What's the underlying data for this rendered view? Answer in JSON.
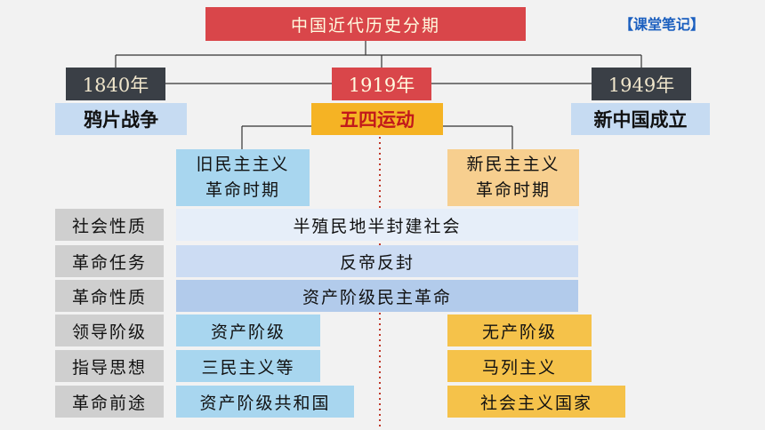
{
  "title": "中国近代历史分期",
  "note": "【课堂笔记】",
  "years": {
    "y1840": "1840年",
    "y1919": "1919年",
    "y1949": "1949年"
  },
  "events": {
    "opium_war": "鸦片战争",
    "may_fourth": "五四运动",
    "new_china": "新中国成立"
  },
  "periods": {
    "old": {
      "line1": "旧民主主义",
      "line2": "革命时期"
    },
    "new": {
      "line1": "新民主主义",
      "line2": "革命时期"
    }
  },
  "rows": [
    {
      "label": "社会性质",
      "shared": "半殖民地半封建社会"
    },
    {
      "label": "革命任务",
      "shared": "反帝反封"
    },
    {
      "label": "革命性质",
      "shared": "资产阶级民主革命"
    },
    {
      "label": "领导阶级",
      "old": "资产阶级",
      "new": "无产阶级"
    },
    {
      "label": "指导思想",
      "old": "三民主义等",
      "new": "马列主义"
    },
    {
      "label": "革命前途",
      "old": "资产阶级共和国",
      "new": "社会主义国家"
    }
  ],
  "colors": {
    "title": "#d9464a",
    "year_dark": "#3a3f46",
    "old_period": "#a8d6ef",
    "new_period": "#f5c24a",
    "divider": "#c0392b"
  }
}
